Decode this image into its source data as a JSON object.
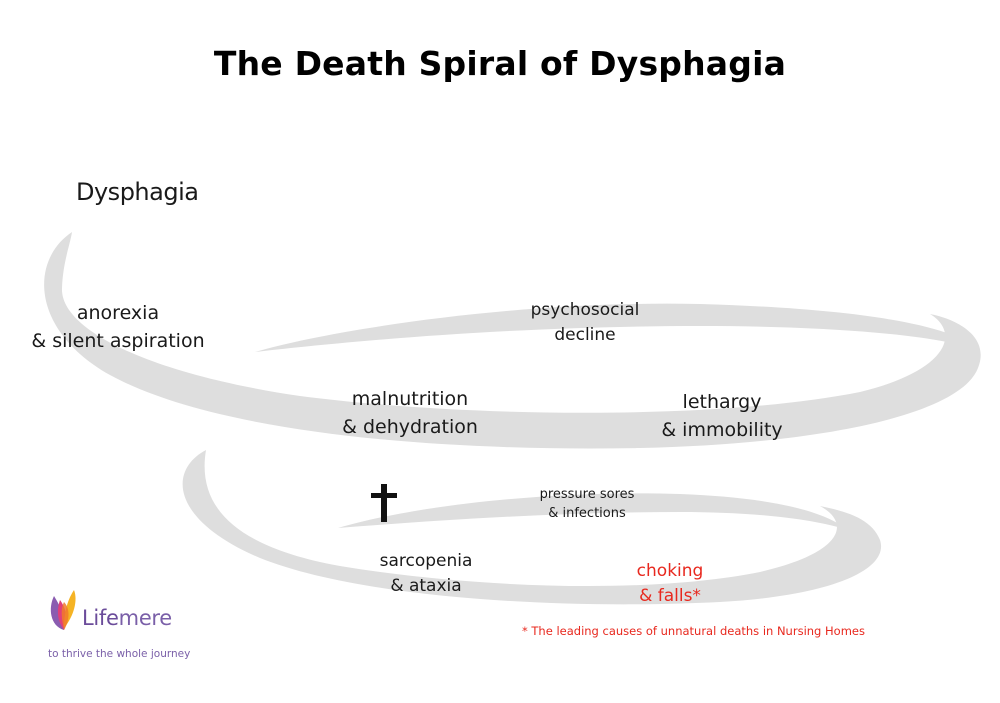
{
  "title": "The Death Spiral of Dysphagia",
  "colors": {
    "spiral": "#dedede",
    "alert": "#e8281e",
    "brand": "#6b4c9a"
  },
  "labels": {
    "dysphagia": "Dysphagia",
    "anorexia": [
      "anorexia",
      "& silent aspiration"
    ],
    "psychosocial": [
      "psychosocial",
      "decline"
    ],
    "malnutrition": [
      "malnutrition",
      "& dehydration"
    ],
    "lethargy": [
      "lethargy",
      "& immobility"
    ],
    "pressure": [
      "pressure sores",
      "& infections"
    ],
    "sarcopenia": [
      "sarcopenia",
      "& ataxia"
    ],
    "choking": [
      "choking",
      "& falls*"
    ]
  },
  "cross_symbol": "†",
  "footnote": "*  The leading causes of unnatural deaths in Nursing Homes",
  "brand": {
    "name_part1": "Life",
    "name_part2": "mere",
    "tagline": "to thrive the whole journey",
    "logo_icon": "butterfly-icon"
  }
}
